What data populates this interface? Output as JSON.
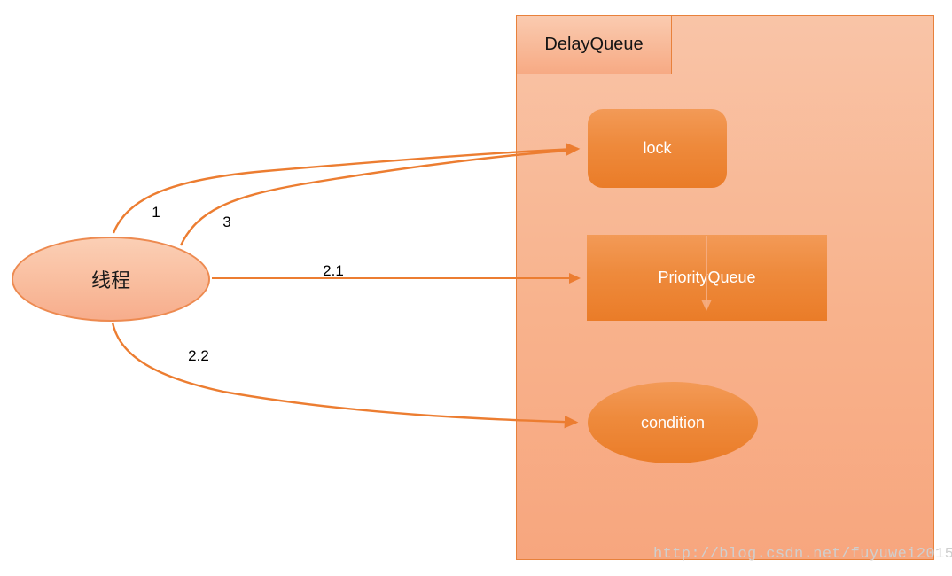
{
  "container": {
    "title": "DelayQueue"
  },
  "actor": {
    "label": "线程"
  },
  "nodes": [
    {
      "id": "lock",
      "label": "lock",
      "shape": "rounded-rectangle"
    },
    {
      "id": "priorityqueue",
      "label": "PriorityQueue",
      "shape": "rectangle"
    },
    {
      "id": "condition",
      "label": "condition",
      "shape": "ellipse"
    }
  ],
  "edges": [
    {
      "label": "1",
      "from": "线程",
      "to": "lock",
      "style": "curved"
    },
    {
      "label": "3",
      "from": "线程",
      "to": "lock",
      "style": "curved"
    },
    {
      "label": "2.1",
      "from": "线程",
      "to": "PriorityQueue",
      "style": "straight"
    },
    {
      "label": "2.2",
      "from": "线程",
      "to": "condition",
      "style": "curved"
    },
    {
      "label": "",
      "from": "PriorityQueue-top",
      "to": "PriorityQueue-bottom",
      "style": "straight-internal"
    }
  ],
  "watermark": {
    "text": "http://blog.csdn.net/fuyuwei2015"
  },
  "colors": {
    "accent_border": "#E8813B",
    "arrow_stroke": "#EC7D31",
    "container_fill_top": "#F9C4A7",
    "container_fill_bottom": "#F7A67E",
    "node_fill_top": "#F39A57",
    "node_fill_bottom": "#EA7C28",
    "actor_fill_top": "#FBCFB5",
    "actor_fill_bottom": "#F7AD8C",
    "actor_border": "#ED8A50",
    "node_text": "#FFFFFF",
    "label_text": "#000000",
    "internal_arrow": "#F5AD83",
    "watermark_text": "#CFCFCF"
  }
}
